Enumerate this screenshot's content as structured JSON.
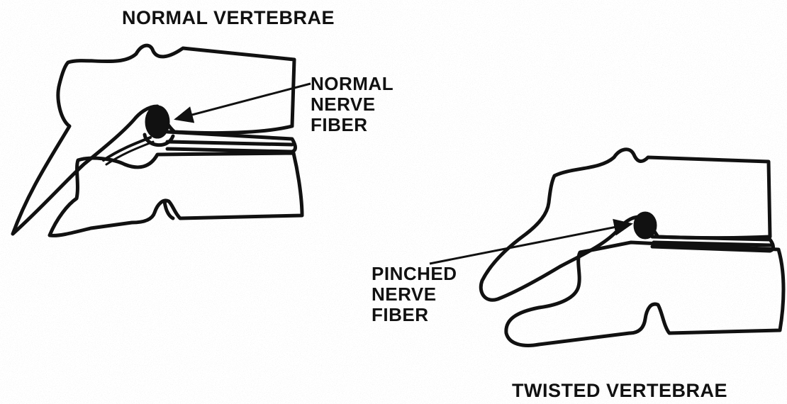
{
  "diagram": {
    "normal": {
      "title": "NORMAL VERTEBRAE",
      "callout": [
        "NORMAL",
        "NERVE",
        "FIBER"
      ]
    },
    "twisted": {
      "title": "TWISTED VERTEBRAE",
      "callout": [
        "PINCHED",
        "NERVE",
        "FIBER"
      ]
    },
    "colors": {
      "ink": "#111111",
      "background": "#ffffff"
    }
  }
}
